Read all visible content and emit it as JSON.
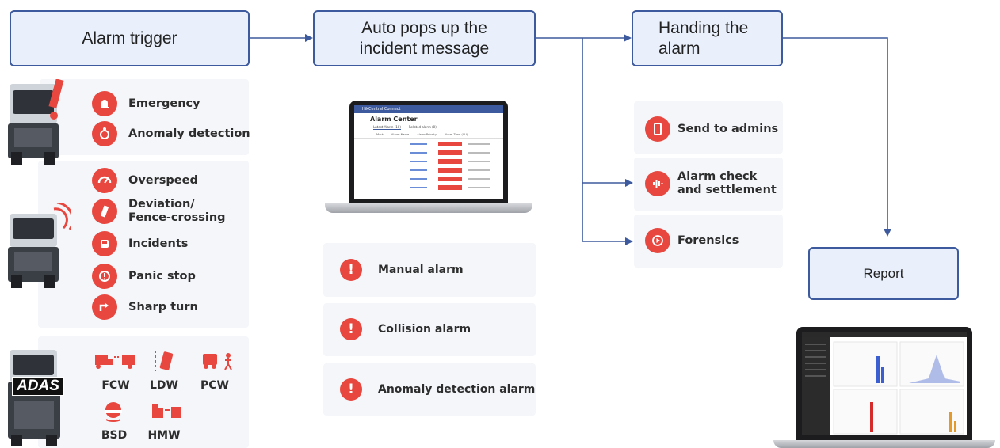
{
  "flow": {
    "trigger": "Alarm trigger",
    "popup_line1": "Auto pops up the",
    "popup_line2": "incident message",
    "handling_line1": "Handing the",
    "handling_line2": "alarm",
    "report": "Report"
  },
  "trigger_groups": {
    "group1": [
      "Emergency",
      "Anomaly detection"
    ],
    "group2": [
      "Overspeed",
      "Deviation/",
      "Fence-crossing",
      "Incidents",
      "Panic stop",
      "Sharp turn"
    ],
    "adas_badge": "ADAS",
    "adas_items": [
      "FCW",
      "LDW",
      "PCW",
      "BSD",
      "HMW"
    ]
  },
  "alarm_center": {
    "header": "HikCentral Connect",
    "title": "Alarm Center",
    "tabs": [
      "Latest Alarm (10)",
      "Related alarm (0)"
    ],
    "columns": [
      "Mark",
      "Alarm Name",
      "Alarm Priority",
      "Alarm Time (CU)"
    ]
  },
  "manual_alarms": [
    "Manual alarm",
    "Collision alarm",
    "Anomaly detection alarm"
  ],
  "handling_actions": {
    "send": "Send to admins",
    "check_line1": "Alarm check",
    "check_line2": "and settlement",
    "forensics": "Forensics"
  },
  "colors": {
    "accent_red": "#e8473f",
    "flow_border": "#3d5a9e",
    "flow_fill": "#e9f0fb",
    "panel": "#f4f6fa"
  }
}
